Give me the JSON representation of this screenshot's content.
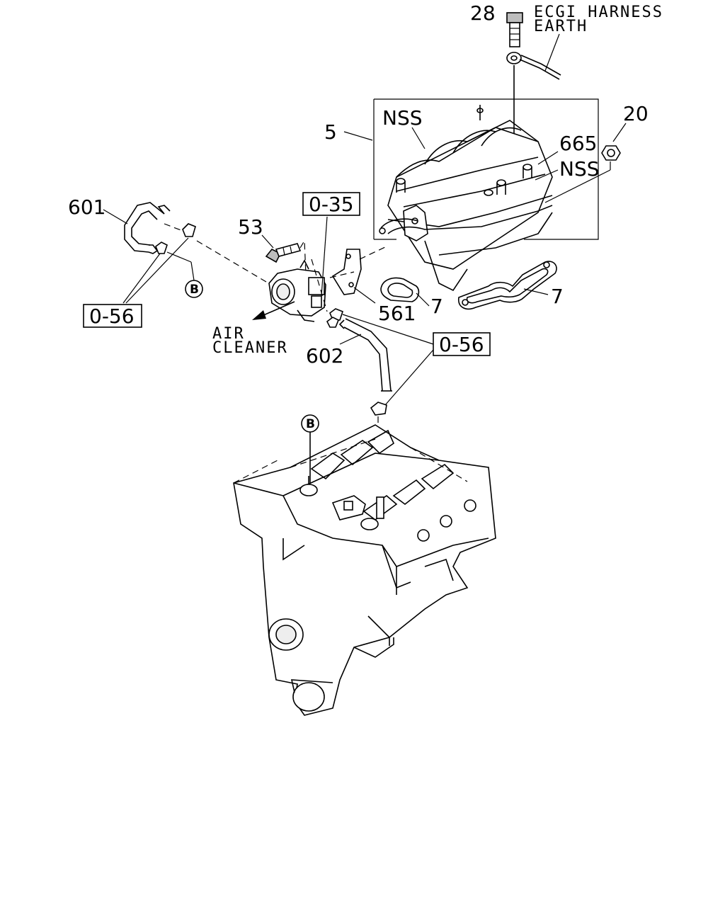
{
  "callouts": {
    "c28": "28",
    "harness_line1": "ECGI HARNESS",
    "harness_line2": "EARTH",
    "c20": "20",
    "c5": "5",
    "nss_top": "NSS",
    "c665": "665",
    "nss_right": "NSS",
    "c601": "601",
    "ref_035": "0-35",
    "c53": "53",
    "c561": "561",
    "c7_center": "7",
    "c7_right": "7",
    "ref_056_left": "0-56",
    "ref_056_right": "0-56",
    "circle_b_upper": "B",
    "circle_b_lower": "B",
    "air_line1": "AIR",
    "air_line2": "CLEANER",
    "c602": "602"
  }
}
